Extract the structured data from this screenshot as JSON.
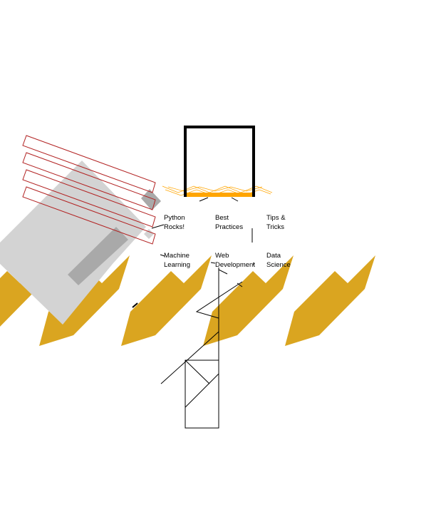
{
  "labels": [
    {
      "line1": "Python",
      "line2": "Rocks!"
    },
    {
      "line1": "Best",
      "line2": "Practices"
    },
    {
      "line1": "Tips &",
      "line2": "Tricks"
    },
    {
      "line1": "Machine",
      "line2": "Learning"
    },
    {
      "line1": "Web",
      "line2": "Development"
    },
    {
      "line1": "Data",
      "line2": "Science"
    }
  ],
  "colors": {
    "gold": "#DAA520",
    "orange": "#FFA500",
    "red_outline": "#B22222",
    "light_gray": "#D3D3D3",
    "dark_gray": "#A9A9A9",
    "frame": "#000000"
  }
}
